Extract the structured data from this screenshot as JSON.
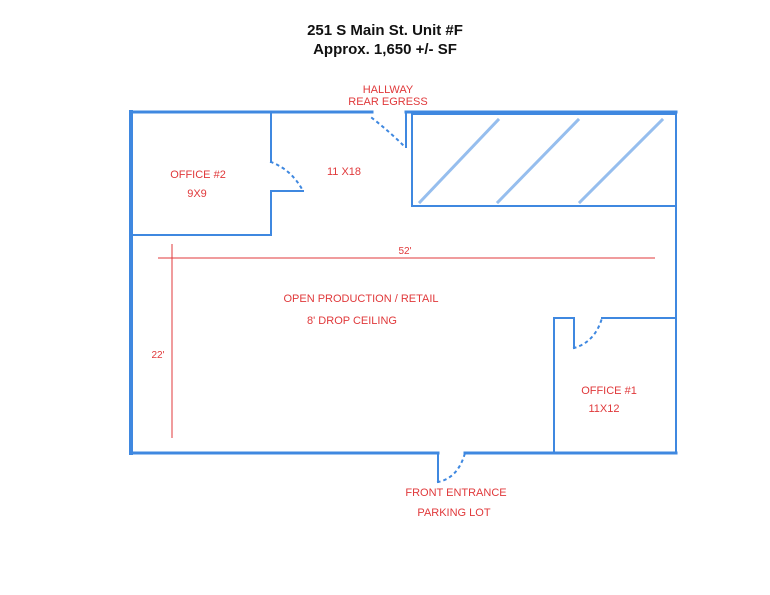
{
  "header": {
    "address": "251 S Main St. Unit #F",
    "area": "Approx. 1,650 +/- SF"
  },
  "colors": {
    "wall": "#3f88e0",
    "label": "#e0393b",
    "title": "#111111"
  },
  "labels": {
    "hallway": "HALLWAY",
    "rear_egress": "REAR EGRESS",
    "office2_name": "OFFICE #2",
    "office2_size": "9X9",
    "hall_room_size": "11 X18",
    "width_dim": "52'",
    "depth_dim": "22'",
    "main_area": "OPEN PRODUCTION / RETAIL",
    "ceiling": "8' DROP CEILING",
    "office1_name": "OFFICE #1",
    "office1_size": "11X12",
    "front_entrance": "FRONT ENTRANCE",
    "parking_lot": "PARKING LOT"
  }
}
